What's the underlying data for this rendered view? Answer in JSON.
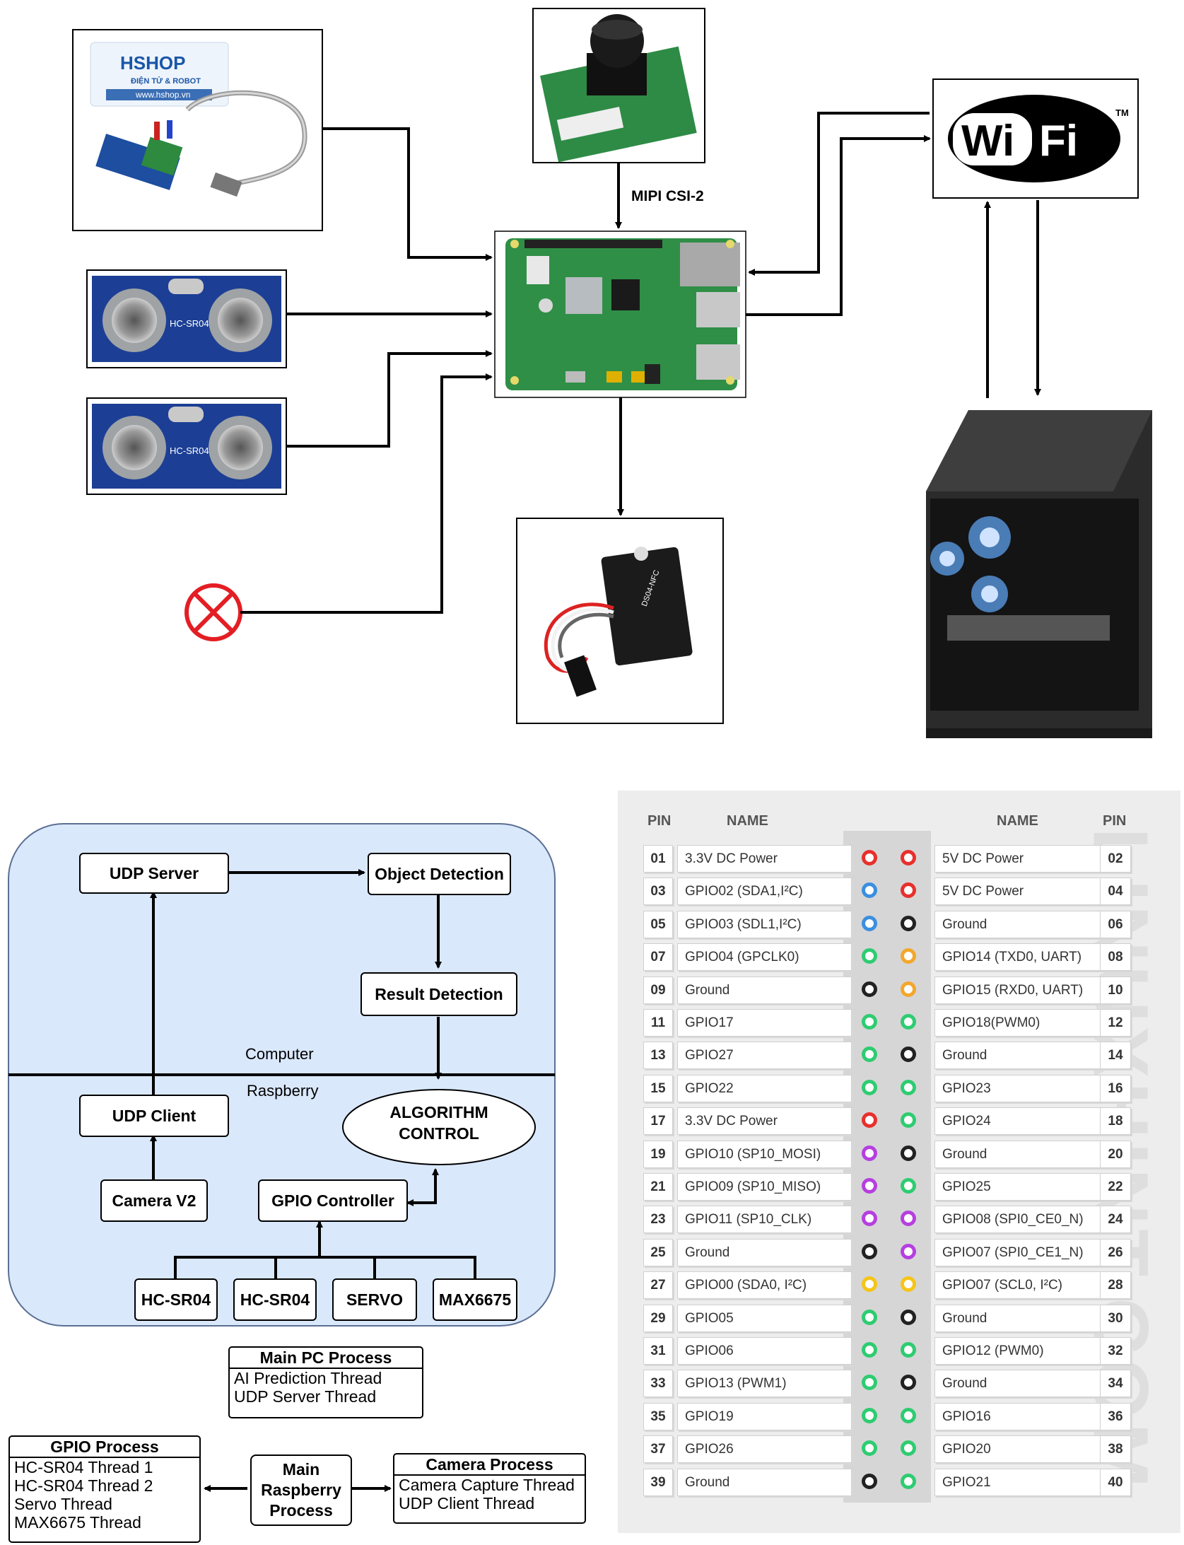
{
  "top": {
    "mipi_label": "MIPI CSI-2",
    "hshop": {
      "brand": "HSHOP",
      "sub": "ĐIỆN TỬ & ROBOT",
      "url": "www.hshop.vn"
    },
    "sensor_text": "HC-SR04",
    "servo_text": "DS04-NFC",
    "wifi": {
      "text_left": "Wi",
      "text_right": "Fi",
      "tm": "TM"
    }
  },
  "arch": {
    "computer_label": "Computer",
    "raspberry_label": "Raspberry",
    "udp_server": "UDP Server",
    "object_detection": "Object Detection",
    "result_detection": "Result Detection",
    "udp_client": "UDP Client",
    "algorithm_line1": "ALGORITHM",
    "algorithm_line2": "CONTROL",
    "camera_v2": "Camera V2",
    "gpio_controller": "GPIO Controller",
    "hc1": "HC-SR04",
    "hc2": "HC-SR04",
    "servo": "SERVO",
    "max": "MAX6675"
  },
  "processes": {
    "main_pc": {
      "title": "Main PC Process",
      "lines": [
        "AI Prediction Thread",
        "UDP Server Thread"
      ]
    },
    "gpio": {
      "title": "GPIO Process",
      "lines": [
        "HC-SR04 Thread 1",
        "HC-SR04 Thread 2",
        "Servo Thread",
        "MAX6675 Thread"
      ]
    },
    "main_rpi": {
      "lines": [
        "Main",
        "Raspberry",
        "Process"
      ]
    },
    "camera": {
      "title": "Camera Process",
      "lines": [
        "Camera Capture Thread",
        "UDP Client Thread"
      ]
    }
  },
  "pinout": {
    "headers": {
      "pin": "PIN",
      "name": "NAME"
    },
    "watermark": "LINUXHINT.COM",
    "colors": {
      "power_red": "#e8302c",
      "i2c_blue": "#3b8fe0",
      "ground_black": "#222222",
      "gpio_green": "#2ecc71",
      "uart_orange": "#f3a72c",
      "spi_purple": "#b63fe0",
      "id_yellow": "#f5c518"
    },
    "rows": [
      {
        "ln": "01",
        "lname": "3.3V DC Power",
        "lc": "#e8302c",
        "rc": "#e8302c",
        "rname": "5V DC Power",
        "rn": "02"
      },
      {
        "ln": "03",
        "lname": "GPIO02 (SDA1,I²C)",
        "lc": "#3b8fe0",
        "rc": "#e8302c",
        "rname": "5V DC Power",
        "rn": "04"
      },
      {
        "ln": "05",
        "lname": "GPIO03 (SDL1,I²C)",
        "lc": "#3b8fe0",
        "rc": "#222222",
        "rname": "Ground",
        "rn": "06"
      },
      {
        "ln": "07",
        "lname": "GPIO04 (GPCLK0)",
        "lc": "#2ecc71",
        "rc": "#f3a72c",
        "rname": "GPIO14 (TXD0, UART)",
        "rn": "08"
      },
      {
        "ln": "09",
        "lname": "Ground",
        "lc": "#222222",
        "rc": "#f3a72c",
        "rname": "GPIO15 (RXD0, UART)",
        "rn": "10"
      },
      {
        "ln": "11",
        "lname": "GPIO17",
        "lc": "#2ecc71",
        "rc": "#2ecc71",
        "rname": "GPIO18(PWM0)",
        "rn": "12"
      },
      {
        "ln": "13",
        "lname": "GPIO27",
        "lc": "#2ecc71",
        "rc": "#222222",
        "rname": "Ground",
        "rn": "14"
      },
      {
        "ln": "15",
        "lname": "GPIO22",
        "lc": "#2ecc71",
        "rc": "#2ecc71",
        "rname": "GPIO23",
        "rn": "16"
      },
      {
        "ln": "17",
        "lname": "3.3V DC Power",
        "lc": "#e8302c",
        "rc": "#2ecc71",
        "rname": "GPIO24",
        "rn": "18"
      },
      {
        "ln": "19",
        "lname": "GPIO10 (SP10_MOSI)",
        "lc": "#b63fe0",
        "rc": "#222222",
        "rname": "Ground",
        "rn": "20"
      },
      {
        "ln": "21",
        "lname": "GPIO09 (SP10_MISO)",
        "lc": "#b63fe0",
        "rc": "#2ecc71",
        "rname": "GPIO25",
        "rn": "22"
      },
      {
        "ln": "23",
        "lname": "GPIO11 (SP10_CLK)",
        "lc": "#b63fe0",
        "rc": "#b63fe0",
        "rname": "GPIO08 (SPI0_CE0_N)",
        "rn": "24"
      },
      {
        "ln": "25",
        "lname": "Ground",
        "lc": "#222222",
        "rc": "#b63fe0",
        "rname": "GPIO07 (SPI0_CE1_N)",
        "rn": "26"
      },
      {
        "ln": "27",
        "lname": "GPIO00 (SDA0, I²C)",
        "lc": "#f5c518",
        "rc": "#f5c518",
        "rname": "GPIO07 (SCL0, I²C)",
        "rn": "28"
      },
      {
        "ln": "29",
        "lname": "GPIO05",
        "lc": "#2ecc71",
        "rc": "#222222",
        "rname": "Ground",
        "rn": "30"
      },
      {
        "ln": "31",
        "lname": "GPIO06",
        "lc": "#2ecc71",
        "rc": "#2ecc71",
        "rname": "GPIO12 (PWM0)",
        "rn": "32"
      },
      {
        "ln": "33",
        "lname": "GPIO13 (PWM1)",
        "lc": "#2ecc71",
        "rc": "#222222",
        "rname": "Ground",
        "rn": "34"
      },
      {
        "ln": "35",
        "lname": "GPIO19",
        "lc": "#2ecc71",
        "rc": "#2ecc71",
        "rname": "GPIO16",
        "rn": "36"
      },
      {
        "ln": "37",
        "lname": "GPIO26",
        "lc": "#2ecc71",
        "rc": "#2ecc71",
        "rname": "GPIO20",
        "rn": "38"
      },
      {
        "ln": "39",
        "lname": "Ground",
        "lc": "#222222",
        "rc": "#2ecc71",
        "rname": "GPIO21",
        "rn": "40"
      }
    ]
  }
}
